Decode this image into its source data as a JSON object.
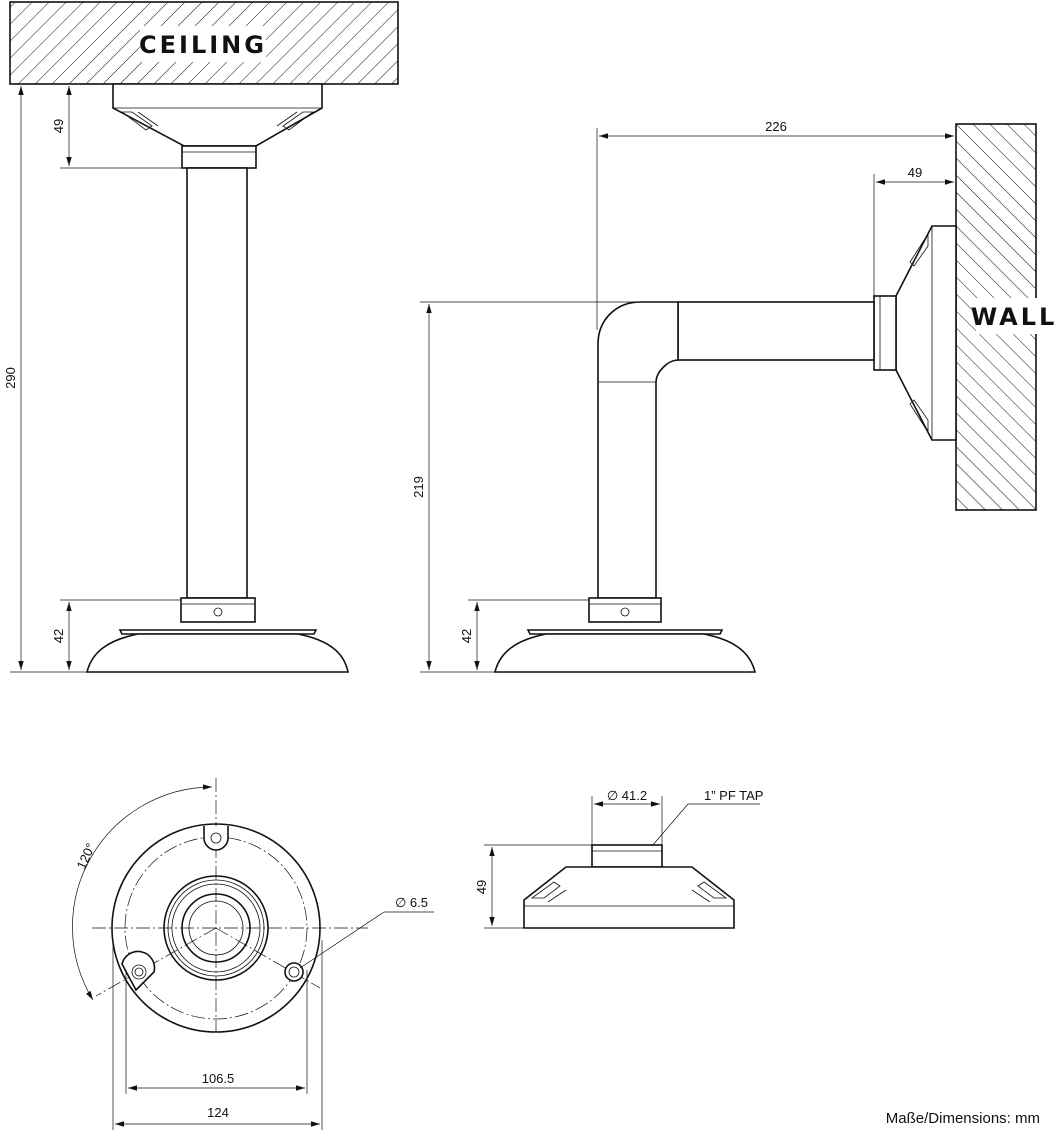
{
  "labels": {
    "ceiling": "CEILING",
    "wall": "WALL",
    "units_note": "Maße/Dimensions: mm"
  },
  "ceiling_mount": {
    "height_total": "290",
    "plate_height": "49",
    "base_height": "42"
  },
  "wall_mount": {
    "reach": "226",
    "plate_depth": "49",
    "height": "219",
    "base_height": "42"
  },
  "base_top_view": {
    "angle": "120°",
    "hole_diameter": "∅ 6.5",
    "bolt_circle": "106.5",
    "outer_diameter": "124"
  },
  "plate_side_view": {
    "thread_diameter": "∅ 41.2",
    "thread_label": "1” PF TAP",
    "height": "49"
  }
}
